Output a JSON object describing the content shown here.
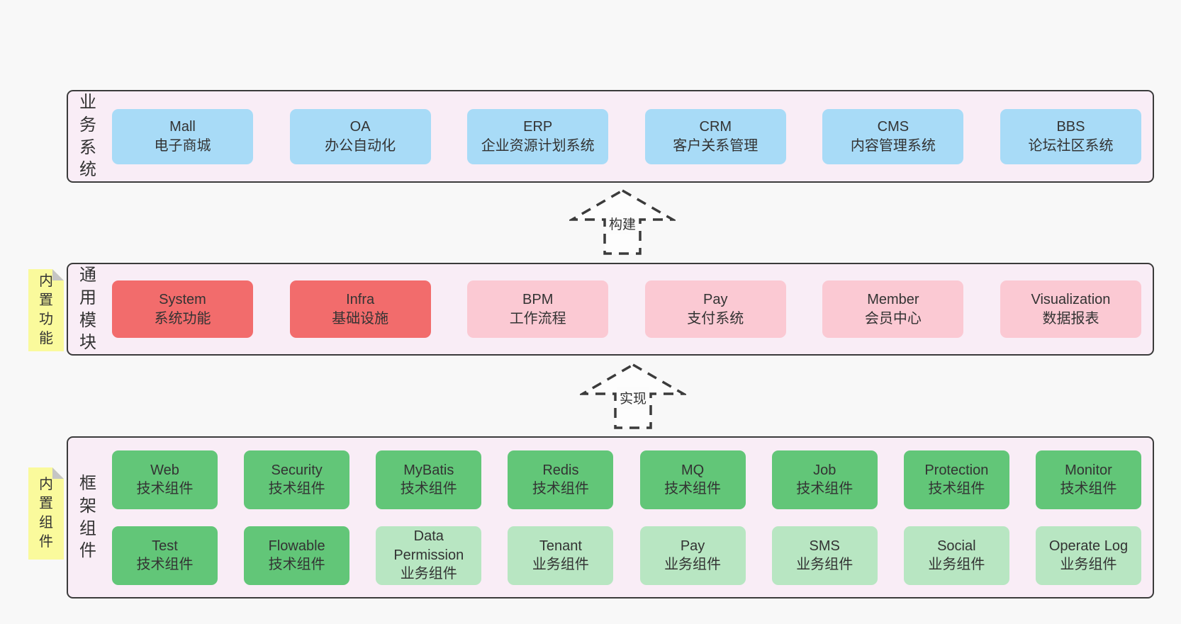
{
  "colors": {
    "page_background": "#f8f8f8",
    "band_background": "#f9edf6",
    "band_border": "#3b3b3b",
    "blue_box": "#a8dbf7",
    "red_box": "#f26c6c",
    "pink_box": "#fbc9d3",
    "green_box": "#62c678",
    "light_green_box": "#b8e6c2",
    "sticky_note": "#fafa9c",
    "note_fold": "#c5c5c5",
    "text": "#333333"
  },
  "arrows": [
    {
      "label": "构建"
    },
    {
      "label": "实现"
    }
  ],
  "bands": [
    {
      "label": "业务系统",
      "items": [
        {
          "en": "Mall",
          "zh": "电子商城",
          "variant": "blue"
        },
        {
          "en": "OA",
          "zh": "办公自动化",
          "variant": "blue"
        },
        {
          "en": "ERP",
          "zh": "企业资源计划系统",
          "variant": "blue"
        },
        {
          "en": "CRM",
          "zh": "客户关系管理",
          "variant": "blue"
        },
        {
          "en": "CMS",
          "zh": "内容管理系统",
          "variant": "blue"
        },
        {
          "en": "BBS",
          "zh": "论坛社区系统",
          "variant": "blue"
        }
      ]
    },
    {
      "label": "通用模块",
      "note": "内置功能",
      "items": [
        {
          "en": "System",
          "zh": "系统功能",
          "variant": "red"
        },
        {
          "en": "Infra",
          "zh": "基础设施",
          "variant": "red"
        },
        {
          "en": "BPM",
          "zh": "工作流程",
          "variant": "pink"
        },
        {
          "en": "Pay",
          "zh": "支付系统",
          "variant": "pink"
        },
        {
          "en": "Member",
          "zh": "会员中心",
          "variant": "pink"
        },
        {
          "en": "Visualization",
          "zh": "数据报表",
          "variant": "pink"
        }
      ]
    },
    {
      "label": "框架组件",
      "note": "内置组件",
      "items": [
        {
          "en": "Web",
          "zh": "技术组件",
          "variant": "green"
        },
        {
          "en": "Security",
          "zh": "技术组件",
          "variant": "green"
        },
        {
          "en": "MyBatis",
          "zh": "技术组件",
          "variant": "green"
        },
        {
          "en": "Redis",
          "zh": "技术组件",
          "variant": "green"
        },
        {
          "en": "MQ",
          "zh": "技术组件",
          "variant": "green"
        },
        {
          "en": "Job",
          "zh": "技术组件",
          "variant": "green"
        },
        {
          "en": "Protection",
          "zh": "技术组件",
          "variant": "green"
        },
        {
          "en": "Monitor",
          "zh": "技术组件",
          "variant": "green"
        },
        {
          "en": "Test",
          "zh": "技术组件",
          "variant": "green"
        },
        {
          "en": "Flowable",
          "zh": "技术组件",
          "variant": "green"
        },
        {
          "en": "Data Permission",
          "zh": "业务组件",
          "variant": "green-light"
        },
        {
          "en": "Tenant",
          "zh": "业务组件",
          "variant": "green-light"
        },
        {
          "en": "Pay",
          "zh": "业务组件",
          "variant": "green-light"
        },
        {
          "en": "SMS",
          "zh": "业务组件",
          "variant": "green-light"
        },
        {
          "en": "Social",
          "zh": "业务组件",
          "variant": "green-light"
        },
        {
          "en": "Operate Log",
          "zh": "业务组件",
          "variant": "green-light"
        }
      ]
    }
  ]
}
